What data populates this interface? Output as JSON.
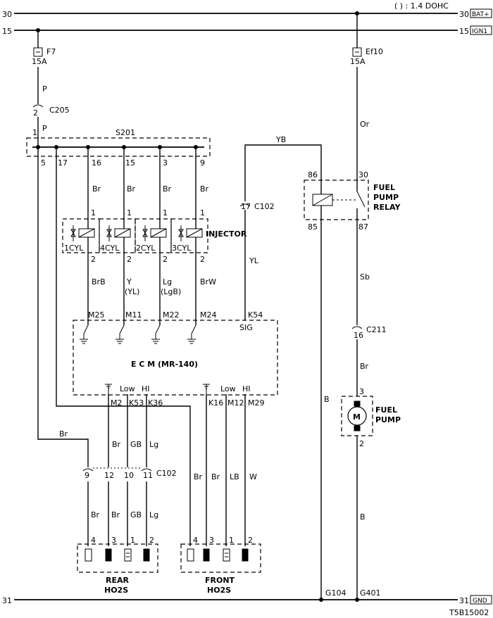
{
  "header": {
    "note": "( ) : 1.4 DOHC"
  },
  "rails": {
    "bat": {
      "num": "30",
      "tag": "BAT+"
    },
    "ign": {
      "num": "15",
      "tag": "IGN1"
    },
    "gnd": {
      "num": "31",
      "tag": "GND"
    }
  },
  "fuses": [
    {
      "name": "F7",
      "amp": "15A"
    },
    {
      "name": "Ef10",
      "amp": "15A"
    }
  ],
  "connectors": {
    "c205": {
      "name": "C205",
      "pin": "2",
      "pin_below": "1"
    },
    "s201": {
      "name": "S201",
      "pins": [
        "5",
        "17",
        "16",
        "15",
        "3",
        "9"
      ]
    },
    "c102_upper": {
      "name": "C102",
      "pin": "17"
    },
    "c102_lower": {
      "name": "C102",
      "pins": [
        "9",
        "12",
        "10",
        "11"
      ]
    },
    "c211": {
      "name": "C211",
      "pin": "16"
    }
  },
  "injectors": {
    "title": "INJECTOR",
    "items": [
      {
        "label": "1CYL",
        "pin_top": "1",
        "pin_bottom": "2",
        "wire_top": "Br",
        "wire_bottom": "BrB",
        "ecm_pin": "M25"
      },
      {
        "label": "4CYL",
        "pin_top": "1",
        "pin_bottom": "2",
        "wire_top": "Br",
        "wire_bottom": "Y",
        "wire_bottom_alt": "(YL)",
        "ecm_pin": "M11"
      },
      {
        "label": "2CYL",
        "pin_top": "1",
        "pin_bottom": "2",
        "wire_top": "Br",
        "wire_bottom": "Lg",
        "wire_bottom_alt": "(LgB)",
        "ecm_pin": "M22"
      },
      {
        "label": "3CYL",
        "pin_top": "1",
        "pin_bottom": "2",
        "wire_top": "Br",
        "wire_bottom": "BrW",
        "ecm_pin": "M24"
      }
    ]
  },
  "ecm": {
    "title": "E  C  M  (MR-140)",
    "sig_pin": "K54",
    "sig_label": "SIG",
    "low": "Low",
    "hi": "HI",
    "rear_pins": [
      "M2",
      "K53",
      "K36"
    ],
    "front_pins": [
      "K16",
      "M12",
      "M29"
    ]
  },
  "relay": {
    "title_line1": "FUEL",
    "title_line2": "PUMP",
    "title_line3": "RELAY",
    "pins": {
      "p86": "86",
      "p30": "30",
      "p85": "85",
      "p87": "87"
    }
  },
  "pump": {
    "title_line1": "FUEL",
    "title_line2": "PUMP",
    "pin_top": "3",
    "pin_bottom": "2",
    "motor": "M"
  },
  "wires": {
    "p_upper": "P",
    "p_lower": "P",
    "or": "Or",
    "yb": "YB",
    "yl": "YL",
    "sb": "Sb",
    "br_pump": "Br",
    "b_relay": "B",
    "b_pump": "B",
    "br_s201": "Br",
    "rear_upper": [
      "Br",
      "GB",
      "Lg"
    ],
    "rear_lower": [
      "Br",
      "Br",
      "GB",
      "Lg"
    ],
    "front": [
      "Br",
      "Br",
      "LB",
      "W"
    ]
  },
  "sensors": {
    "rear": {
      "line1": "REAR",
      "line2": "HO2S",
      "pins": [
        "4",
        "3",
        "1",
        "2"
      ]
    },
    "front": {
      "line1": "FRONT",
      "line2": "HO2S",
      "pins": [
        "4",
        "3",
        "1",
        "2"
      ]
    }
  },
  "grounds": {
    "g104": "G104",
    "g401": "G401"
  },
  "footer": {
    "code": "T5B15002"
  }
}
